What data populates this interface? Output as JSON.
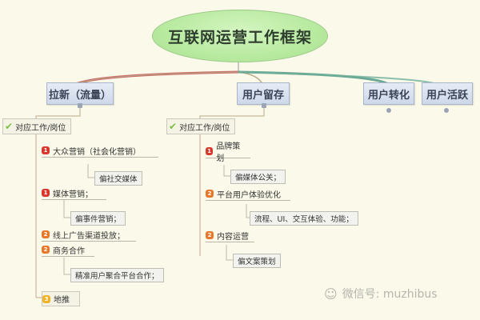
{
  "root": {
    "label": "互联网运营工作框架"
  },
  "branches": [
    {
      "label": "拉新（流量）"
    },
    {
      "label": "用户留存"
    },
    {
      "label": "用户转化"
    },
    {
      "label": "用户活跃"
    }
  ],
  "acquisition": {
    "role": "对应工作/岗位",
    "items": [
      {
        "priority": "1",
        "label": "大众营销（社会化营销）",
        "note": "偏社交媒体"
      },
      {
        "priority": "1",
        "label": "媒体营销；",
        "note": "偏事件营销；"
      },
      {
        "priority": "2",
        "label": "线上广告渠道投放；"
      },
      {
        "priority": "2",
        "label": "商务合作",
        "note": "精准用户聚合平台合作；"
      },
      {
        "priority": "3",
        "label": "地推"
      }
    ]
  },
  "retention": {
    "role": "对应工作/岗位",
    "items": [
      {
        "priority": "1",
        "label": "品牌策划",
        "note": "偏媒体公关；"
      },
      {
        "priority": "2",
        "label": "平台用户体验优化",
        "note": "流程、UI、交互体验、功能；"
      },
      {
        "priority": "2",
        "label": "内容运营",
        "note": "偏文案策划"
      }
    ]
  },
  "watermark": {
    "label": "微信号: muzhibus"
  },
  "colors": {
    "background": "#fbf9e9",
    "root_fill": "#b8eaa0",
    "branch_left": "#c0504d",
    "branch_right": "#4f9a86",
    "priority_1": "#d9382c",
    "priority_2": "#e8782c",
    "priority_3": "#f0b323",
    "check": "#7cc043"
  }
}
